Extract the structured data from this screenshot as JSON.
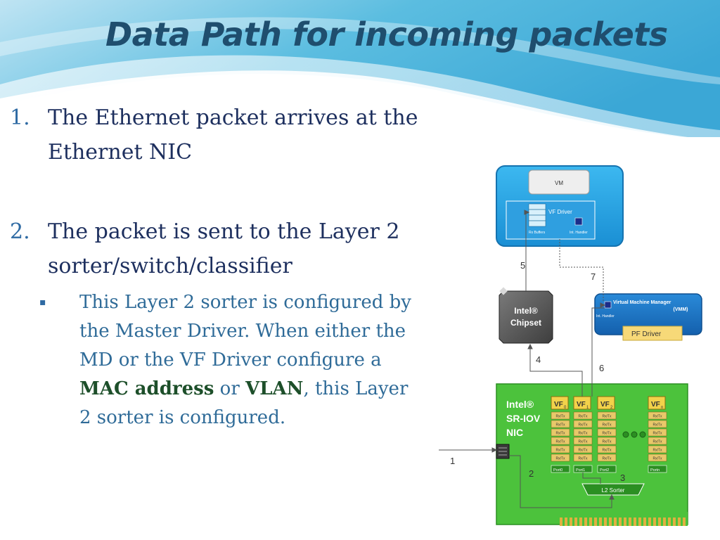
{
  "slide": {
    "title": "Data Path for incoming packets",
    "items": [
      {
        "number": "1.",
        "text": "The Ethernet packet arrives at the Ethernet NIC"
      },
      {
        "number": "2.",
        "text": "The packet is sent to the Layer 2 sorter/switch/classifier"
      }
    ],
    "subitem": {
      "bullet": "▪",
      "text_a": "This Layer 2 sorter is configured by the Master Driver. When either the MD or the VF Driver configure a ",
      "bold_a": "MAC address",
      "text_b": " or ",
      "bold_b": "VLAN",
      "text_c": ", this Layer 2 sorter is configured."
    }
  },
  "diagram": {
    "vm": {
      "label": "VM",
      "vf_driver": "VF Driver",
      "rx_buffers": "Rx Buffers",
      "int_handler": "Int. Handler"
    },
    "chipset": {
      "line1": "Intel®",
      "line2": "Chipset"
    },
    "vmm": {
      "title": "Virtual Machine Manager",
      "abbr": "(VMM)",
      "int_handler": "Int. Handler",
      "pf_driver": "PF Driver"
    },
    "nic": {
      "line1": "Intel®",
      "line2": "SR-IOV",
      "line3": "NIC",
      "vf0": "VF",
      "vf0_sub": "0",
      "vf1": "VF",
      "vf1_sub": "1",
      "vf2": "VF",
      "vf2_sub": "2",
      "vfn": "VF",
      "vfn_sub": "n",
      "rxtx": "Rx/Tx",
      "port0": "Port0",
      "port1": "Port1",
      "port2": "Port2",
      "portn": "Portn",
      "l2_sorter": "L2 Sorter"
    },
    "steps": [
      "1",
      "2",
      "3",
      "4",
      "5",
      "6",
      "7"
    ]
  },
  "colors": {
    "title": "#1f4e6e",
    "body_text": "#1d2f5e",
    "sub_text": "#2f6b98",
    "vm_box": "#1e9fe0",
    "vmm_box": "#1a6fbf",
    "nic_board": "#4cc23c",
    "pf_driver": "#f7d978"
  }
}
